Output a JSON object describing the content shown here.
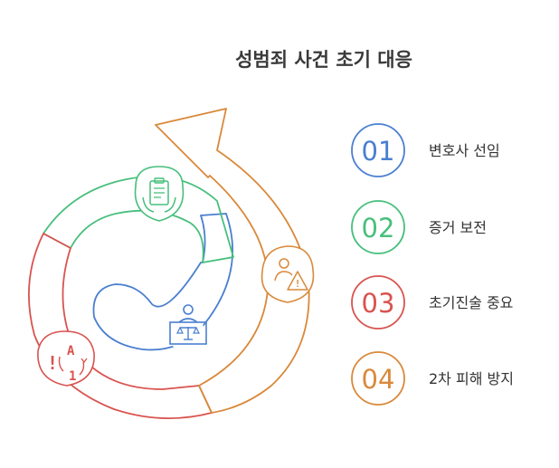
{
  "title": "성범죄 사건 초기 대응",
  "colors": {
    "blue": "#4a7fd0",
    "green": "#47bf7c",
    "red": "#d9534f",
    "orange": "#d9893a"
  },
  "steps": [
    {
      "number": "01",
      "label": "변호사 선임",
      "color": "#4a7fd0",
      "icon": "lawyer-scales-icon"
    },
    {
      "number": "02",
      "label": "증거 보전",
      "color": "#47bf7c",
      "icon": "clipboard-hands-icon"
    },
    {
      "number": "03",
      "label": "초기진술 중요",
      "color": "#d9534f",
      "icon": "translate-statement-icon"
    },
    {
      "number": "04",
      "label": "2차 피해 방지",
      "color": "#d9893a",
      "icon": "user-warning-icon"
    }
  ],
  "icon_glyphs": {
    "statement_exclaim": "!",
    "statement_letter": "A",
    "statement_digit": "1",
    "warning_mark": "!"
  }
}
